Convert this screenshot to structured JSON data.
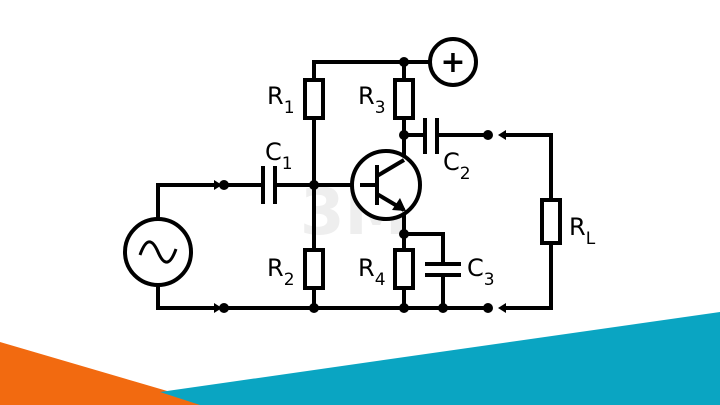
{
  "watermark": "3M",
  "supply": {
    "symbol": "+"
  },
  "labels": {
    "R1": {
      "letter": "R",
      "index": "1"
    },
    "R2": {
      "letter": "R",
      "index": "2"
    },
    "R3": {
      "letter": "R",
      "index": "3"
    },
    "R4": {
      "letter": "R",
      "index": "4"
    },
    "RL": {
      "letter": "R",
      "index": "L"
    },
    "C1": {
      "letter": "C",
      "index": "1"
    },
    "C2": {
      "letter": "C",
      "index": "2"
    },
    "C3": {
      "letter": "C",
      "index": "3"
    }
  },
  "colors": {
    "wire": "#000000",
    "accent_orange": "#f26a10",
    "accent_teal": "#0aa5c2"
  }
}
